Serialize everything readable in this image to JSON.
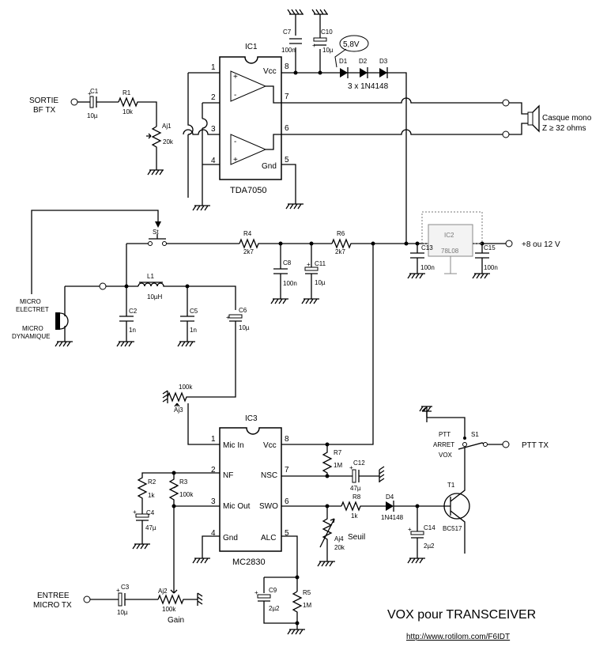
{
  "title": "VOX pour TRANSCEIVER",
  "url": "http://www.rotilom.com/F6IDT",
  "io": {
    "sortie_l1": "SORTIE",
    "sortie_l2": "BF TX",
    "casque_l1": "Casque mono",
    "casque_l2": "Z ≥ 32 ohms",
    "supply": "+8 ou 12  V",
    "micro_electret_l1": "MICRO",
    "micro_electret_l2": "ELECTRET",
    "micro_dyn_l1": "MICRO",
    "micro_dyn_l2": "DYNAMIQUE",
    "entree_l1": "ENTREE",
    "entree_l2": "MICRO TX",
    "ptt_tx": "PTT TX",
    "ptt_l1": "PTT",
    "ptt_l2": "ARRET",
    "ptt_l3": "VOX",
    "voltage_badge": "5,8V",
    "diodes_note": "3 x 1N4148",
    "seuil": "Seuil",
    "gain": "Gain"
  },
  "ic1": {
    "ref": "IC1",
    "name": "TDA7050",
    "pin_vcc": "Vcc",
    "pin_gnd": "Gnd",
    "p1": "1",
    "p2": "2",
    "p3": "3",
    "p4": "4",
    "p5": "5",
    "p6": "6",
    "p7": "7",
    "p8": "8"
  },
  "ic2": {
    "ref": "IC2",
    "name": "78L08"
  },
  "ic3": {
    "ref": "IC3",
    "name": "MC2830",
    "pin_micin": "Mic In",
    "pin_nf": "NF",
    "pin_micout": "Mic Out",
    "pin_gnd": "Gnd",
    "pin_vcc": "Vcc",
    "pin_nsc": "NSC",
    "pin_swo": "SWO",
    "pin_alc": "ALC",
    "p1": "1",
    "p2": "2",
    "p3": "3",
    "p4": "4",
    "p5": "5",
    "p6": "6",
    "p7": "7",
    "p8": "8"
  },
  "components": {
    "C1": {
      "ref": "C1",
      "val": "10µ"
    },
    "R1": {
      "ref": "R1",
      "val": "10k"
    },
    "Aj1": {
      "ref": "Aj1",
      "val": "20k"
    },
    "C7": {
      "ref": "C7",
      "val": "100n"
    },
    "C10": {
      "ref": "C10",
      "val": "10µ"
    },
    "D1": {
      "ref": "D1"
    },
    "D2": {
      "ref": "D2"
    },
    "D3": {
      "ref": "D3"
    },
    "St": {
      "ref": "St"
    },
    "R4": {
      "ref": "R4",
      "val": "2k7"
    },
    "R6": {
      "ref": "R6",
      "val": "2k7"
    },
    "C8": {
      "ref": "C8",
      "val": "100n"
    },
    "C11": {
      "ref": "C11",
      "val": "10µ"
    },
    "C13": {
      "ref": "C13",
      "val": "100n"
    },
    "C15": {
      "ref": "C15",
      "val": "100n"
    },
    "L1": {
      "ref": "L1",
      "val": "10µH"
    },
    "C2": {
      "ref": "C2",
      "val": "1n"
    },
    "C5": {
      "ref": "C5",
      "val": "1n"
    },
    "C6": {
      "ref": "C6",
      "val": "10µ"
    },
    "Aj3": {
      "ref": "Aj3",
      "val": "100k"
    },
    "R7": {
      "ref": "R7",
      "val": "1M"
    },
    "C12": {
      "ref": "C12",
      "val": "47µ"
    },
    "R2": {
      "ref": "R2",
      "val": "1k"
    },
    "R3": {
      "ref": "R3",
      "val": "100k"
    },
    "C4": {
      "ref": "C4",
      "val": "47µ"
    },
    "R8": {
      "ref": "R8",
      "val": "1k"
    },
    "D4": {
      "ref": "D4",
      "val": "1N4148"
    },
    "Aj4": {
      "ref": "Aj4",
      "val": "20k"
    },
    "C14": {
      "ref": "C14",
      "val": "2µ2"
    },
    "T1": {
      "ref": "T1",
      "val": "BC517"
    },
    "S1": {
      "ref": "S1"
    },
    "C3": {
      "ref": "C3",
      "val": "10µ"
    },
    "Aj2": {
      "ref": "Aj2",
      "val": "100k"
    },
    "C9": {
      "ref": "C9",
      "val": "2µ2"
    },
    "R5": {
      "ref": "R5",
      "val": "1M"
    }
  }
}
